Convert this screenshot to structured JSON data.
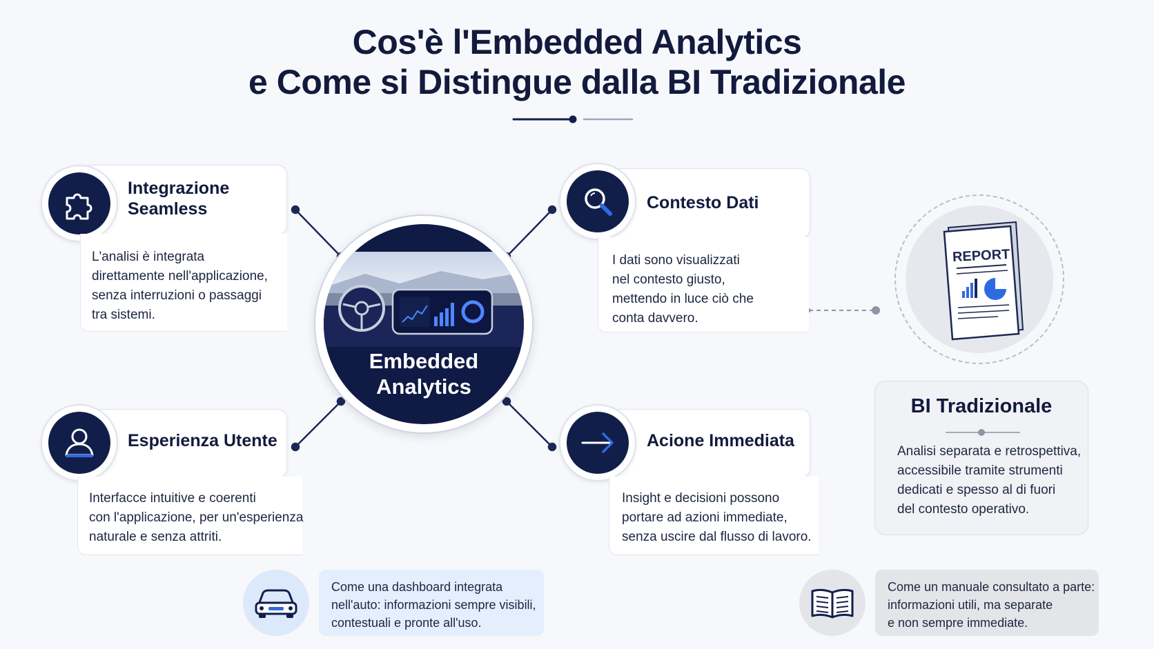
{
  "title": {
    "line1": "Cos'è l'Embedded Analytics",
    "line2": "e Come si Distingue dalla BI Tradizionale"
  },
  "center": {
    "label_line1": "Embedded",
    "label_line2": "Analytics"
  },
  "features": [
    {
      "title_line1": "Integrazione",
      "title_line2": "Seamless",
      "icon": "puzzle-icon",
      "desc": [
        "L'analisi è integrata",
        "direttamente nell'applicazione,",
        "senza interruzioni o passaggi",
        "tra sistemi."
      ]
    },
    {
      "title_line1": "Contesto Dati",
      "title_line2": "",
      "icon": "magnifier-icon",
      "desc": [
        "I dati sono visualizzati",
        "nel contesto giusto,",
        "mettendo in luce ciò che",
        "conta davvero."
      ]
    },
    {
      "title_line1": "Esperienza Utente",
      "title_line2": "",
      "icon": "user-icon",
      "desc": [
        "Interfacce intuitive e coerenti",
        "con l'applicazione, per un'esperienza",
        "naturale e senza attriti."
      ]
    },
    {
      "title_line1": "Acione Immediata",
      "title_line2": "",
      "icon": "arrow-right-icon",
      "desc": [
        "Insight e decisioni possono",
        "portare ad azioni immediate,",
        "senza uscire dal flusso di lavoro."
      ]
    }
  ],
  "bi": {
    "report_label": "REPORT",
    "title": "BI Tradizionale",
    "desc": [
      "Analisi separata e retrospettiva,",
      "accessibile tramite strumenti",
      "dedicati e spesso al di fuori",
      "del contesto operativo."
    ]
  },
  "analogies": {
    "embedded": {
      "icon": "car-icon",
      "lines": [
        "Come una dashboard integrata",
        "nell'auto: informazioni sempre visibili,",
        "contestuali e pronte all'uso."
      ]
    },
    "bi": {
      "icon": "open-book-icon",
      "lines": [
        "Come un manuale consultato a parte:",
        "informazioni utili, ma separate",
        "e non sempre immediate."
      ]
    }
  },
  "colors": {
    "navy": "#121e4a",
    "accent_blue": "#2f6be0",
    "embedded_box": "#e3effd",
    "bi_box": "#e4e5e9"
  }
}
